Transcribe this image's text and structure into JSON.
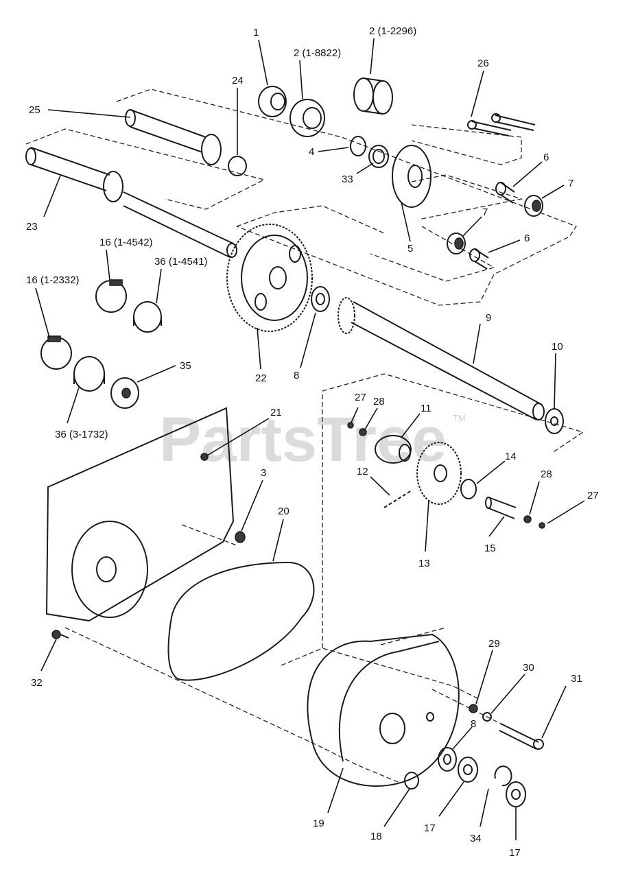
{
  "watermark": {
    "text": "PartsTree",
    "tm": "TM"
  },
  "labels": {
    "l1": "1",
    "l2a": "2 (1-8822)",
    "l2b": "2 (1-2296)",
    "l3": "3",
    "l4": "4",
    "l5": "5",
    "l6a": "6",
    "l6b": "6",
    "l7a": "7",
    "l7b": "7",
    "l8a": "8",
    "l8b": "8",
    "l9": "9",
    "l10": "10",
    "l11": "11",
    "l12": "12",
    "l13": "13",
    "l14": "14",
    "l15": "15",
    "l16a": "16 (1-4542)",
    "l16b": "16 (1-2332)",
    "l17a": "17",
    "l17b": "17",
    "l18": "18",
    "l19": "19",
    "l20": "20",
    "l21": "21",
    "l22": "22",
    "l23": "23",
    "l24": "24",
    "l25": "25",
    "l26": "26",
    "l27a": "27",
    "l27b": "27",
    "l28a": "28",
    "l28b": "28",
    "l29": "29",
    "l30": "30",
    "l31": "31",
    "l32": "32",
    "l33": "33",
    "l34": "34",
    "l35": "35",
    "l36a": "36 (1-4541)",
    "l36b": "36 (3-1732)"
  }
}
